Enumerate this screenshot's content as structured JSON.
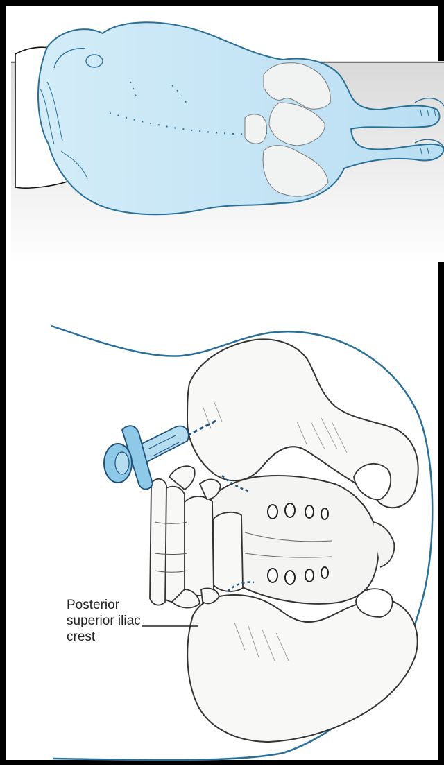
{
  "figure": {
    "callout_lines": [
      "Posterior",
      "superior iliac",
      "crest"
    ],
    "colors": {
      "skin_fill": "#c7e6f5",
      "outline": "#2a6f96",
      "bone_fill": "#f8f8f6",
      "bone_line": "#333333",
      "syringe": "#8fc9e8",
      "needle_dash": "#1d4f7a",
      "table_shadow": "#e8e8e8"
    }
  }
}
